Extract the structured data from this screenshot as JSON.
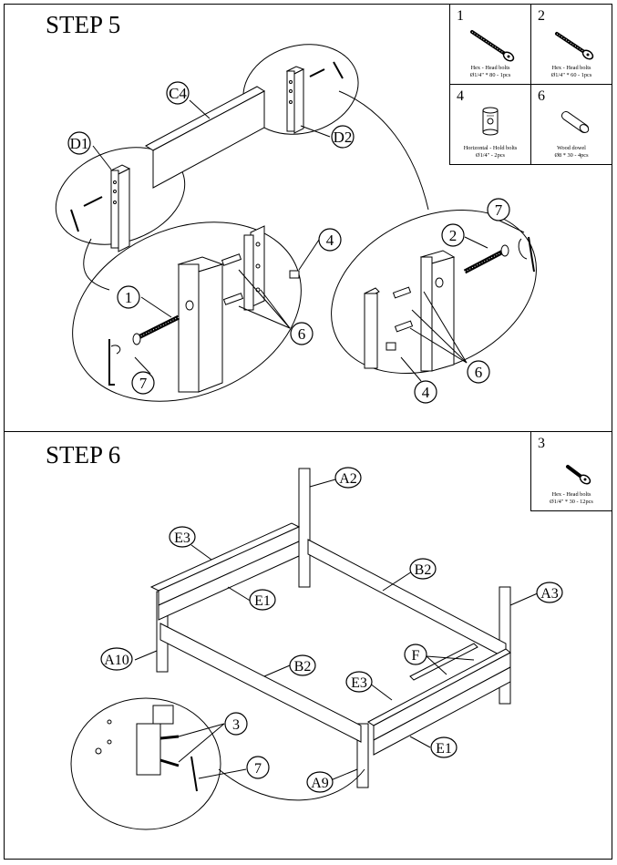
{
  "step5": {
    "title": "STEP 5",
    "parts": [
      {
        "number": "1",
        "desc": "Hex - Head bolts",
        "spec": "Ø1/4\" * 80 - 1pcs",
        "icon": "long-bolt-icon"
      },
      {
        "number": "2",
        "desc": "Hex - Head bolts",
        "spec": "Ø1/4\" * 60 - 1pcs",
        "icon": "bolt-icon"
      },
      {
        "number": "4",
        "desc": "Horizontal - Hold bolts",
        "spec": "Ø1/4\" - 2pcs",
        "icon": "barrel-nut-icon"
      },
      {
        "number": "6",
        "desc": "Wood dowel",
        "spec": "Ø8 * 30 - 4pcs",
        "icon": "wood-dowel-icon"
      }
    ],
    "callouts": {
      "c4": "C4",
      "d1": "D1",
      "d2": "D2",
      "n1": "1",
      "n2": "2",
      "n4a": "4",
      "n4b": "4",
      "n6a": "6",
      "n6b": "6",
      "n7a": "7",
      "n7b": "7"
    }
  },
  "step6": {
    "title": "STEP 6",
    "part": {
      "number": "3",
      "desc": "Hex - Head bolts",
      "spec": "Ø1/4\" * 30 - 12pcs",
      "icon": "short-bolt-icon"
    },
    "callouts": {
      "a2": "A2",
      "a3": "A3",
      "a9": "A9",
      "a10": "A10",
      "b2a": "B2",
      "b2b": "B2",
      "e1a": "E1",
      "e1b": "E1",
      "e3a": "E3",
      "e3b": "E3",
      "f": "F",
      "n3": "3",
      "n7": "7"
    }
  }
}
